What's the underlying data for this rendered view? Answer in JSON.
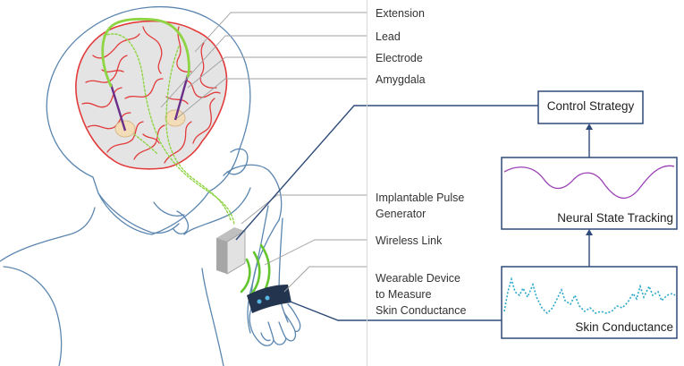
{
  "labels": {
    "extension": "Extension",
    "lead": "Lead",
    "electrode": "Electrode",
    "amygdala": "Amygdala",
    "ipg_line1": "Implantable Pulse",
    "ipg_line2": "Generator",
    "wireless": "Wireless Link",
    "wearable_line1": "Wearable Device",
    "wearable_line2": "to Measure",
    "wearable_line3": "Skin Conductance"
  },
  "boxes": {
    "control": "Control Strategy",
    "neural": "Neural State Tracking",
    "skin": "Skin Conductance"
  },
  "colors": {
    "outline": "#5b86b0",
    "vessels": "#e23b3b",
    "brain_fill": "#e4e4e4",
    "lead_green": "#8ed443",
    "electrode_purple": "#6b2f8a",
    "amygdala": "#f3dcb8",
    "neural_trace": "#9b3fb5",
    "skin_trace": "#2aa8c9",
    "box_border": "#2e4a78",
    "leader_line": "#a0a0a0"
  }
}
